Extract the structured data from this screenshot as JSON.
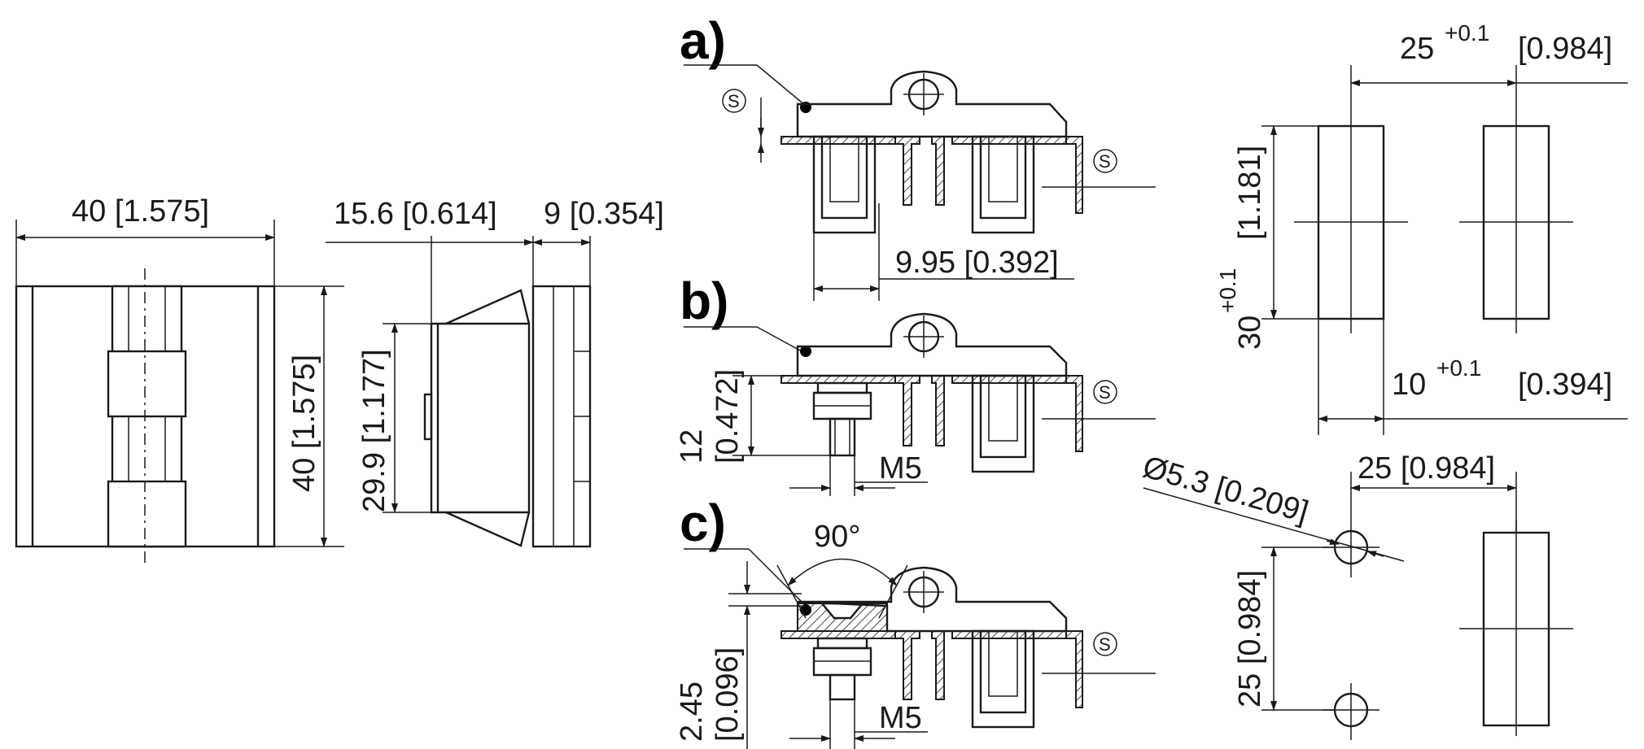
{
  "views": {
    "a": {
      "label": "a)",
      "symbol": "S",
      "dim_pitch": "9.95 [0.392]"
    },
    "b": {
      "label": "b)",
      "symbol": "S",
      "dim_height": "12",
      "dim_height_in": "[0.472]",
      "thread": "M5"
    },
    "c": {
      "label": "c)",
      "symbol": "S",
      "angle": "90°",
      "dim_depth": "2.45",
      "dim_depth_in": "[0.096]",
      "thread": "M5"
    }
  },
  "front_view": {
    "width": "40 [1.575]",
    "height": "40 [1.575]"
  },
  "side_view": {
    "depth_top": "15.6 [0.614]",
    "depth_leaf": "9 [0.354]",
    "height": "29.9 [1.177]"
  },
  "cutout_rect": {
    "pitch_base": "25",
    "pitch_tol": "+0.1",
    "pitch_in": "[0.984]",
    "height_base": "30",
    "height_tol": "+0.1",
    "height_in": "[1.181]",
    "width_base": "10",
    "width_tol": "+0.1",
    "width_in": "[0.394]"
  },
  "cutout_holes": {
    "diameter": "Ø5.3 [0.209]",
    "pitch_h": "25 [0.984]",
    "pitch_v": "25 [0.984]"
  }
}
